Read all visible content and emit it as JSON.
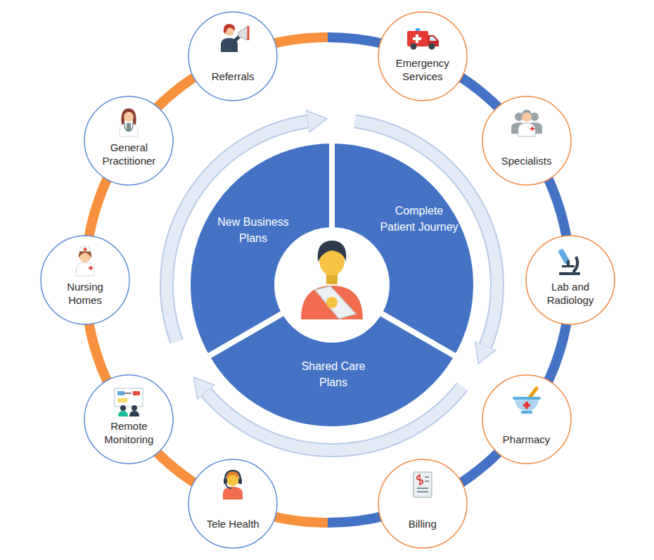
{
  "diagram": {
    "nodes": [
      {
        "text": [
          "Referrals"
        ]
      },
      {
        "text": [
          "Emergency Services"
        ]
      },
      {
        "text": [
          "Specialists"
        ]
      },
      {
        "text": [
          "Lab and Radiology"
        ]
      },
      {
        "text": [
          "Pharmacy"
        ]
      },
      {
        "text": [
          "Billing"
        ]
      },
      {
        "text": [
          "Tele Health"
        ]
      },
      {
        "text": [
          "Remote Monitoring"
        ]
      },
      {
        "text": [
          "Nursing Homes"
        ]
      },
      {
        "text": [
          "General Practitioner"
        ]
      },
      {
        "text": [
          "New Business Plans"
        ]
      },
      {
        "text": [
          "Complete Patient Journey"
        ]
      },
      {
        "text": [
          "Shared Care Plans"
        ]
      }
    ]
  }
}
